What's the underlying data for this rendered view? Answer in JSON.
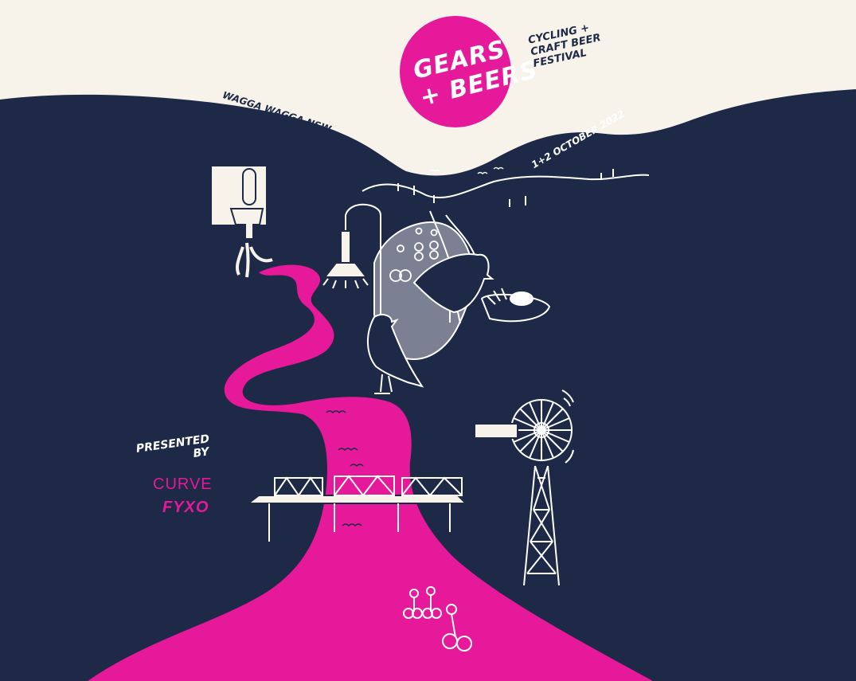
{
  "logo": {
    "line1": "GEARS",
    "line2": "+ BEERS"
  },
  "tagline": {
    "line1": "CYCLING +",
    "line2": "CRAFT BEER",
    "line3": "FESTIVAL"
  },
  "location": "WAGGA WAGGA NSW",
  "dates": "1+2 OCTOBER 2022",
  "presented_by": {
    "line1": "PRESENTED",
    "line2": "BY"
  },
  "sponsors": [
    "CURVE",
    "FYXO"
  ],
  "colors": {
    "background": "#f8f3ea",
    "hills": "#1d2947",
    "accent": "#e6199a",
    "line": "#ffffff",
    "grey": "#7c8093"
  },
  "icons": [
    "beer-tap-icon",
    "street-lamp-icon",
    "crow-icon",
    "burger-basket-icon",
    "windmill-icon",
    "bridge-icon",
    "cyclist-icon"
  ]
}
